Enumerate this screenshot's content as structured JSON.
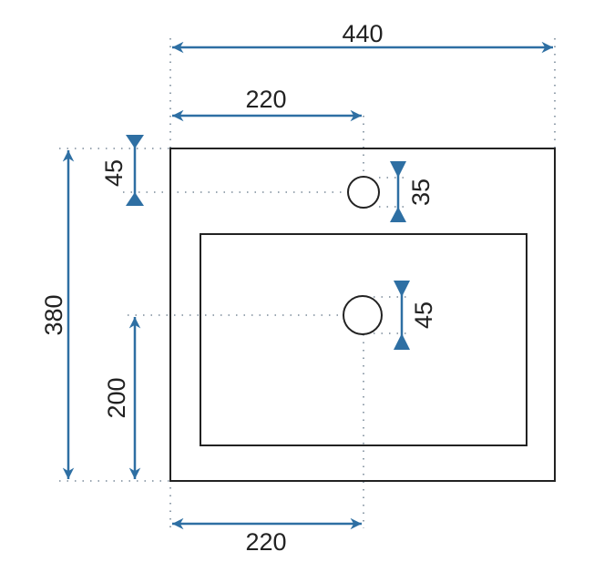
{
  "dimensions": {
    "overall_width": "440",
    "tap_hole_offset_top": "220",
    "tap_hole_offset_bottom": "220",
    "tap_hole_from_edge": "45",
    "tap_hole_diameter": "35",
    "drain_diameter": "45",
    "overall_depth": "380",
    "drain_from_edge": "200"
  },
  "colors": {
    "dimension": "#2e6fa3",
    "outline": "#222222"
  }
}
